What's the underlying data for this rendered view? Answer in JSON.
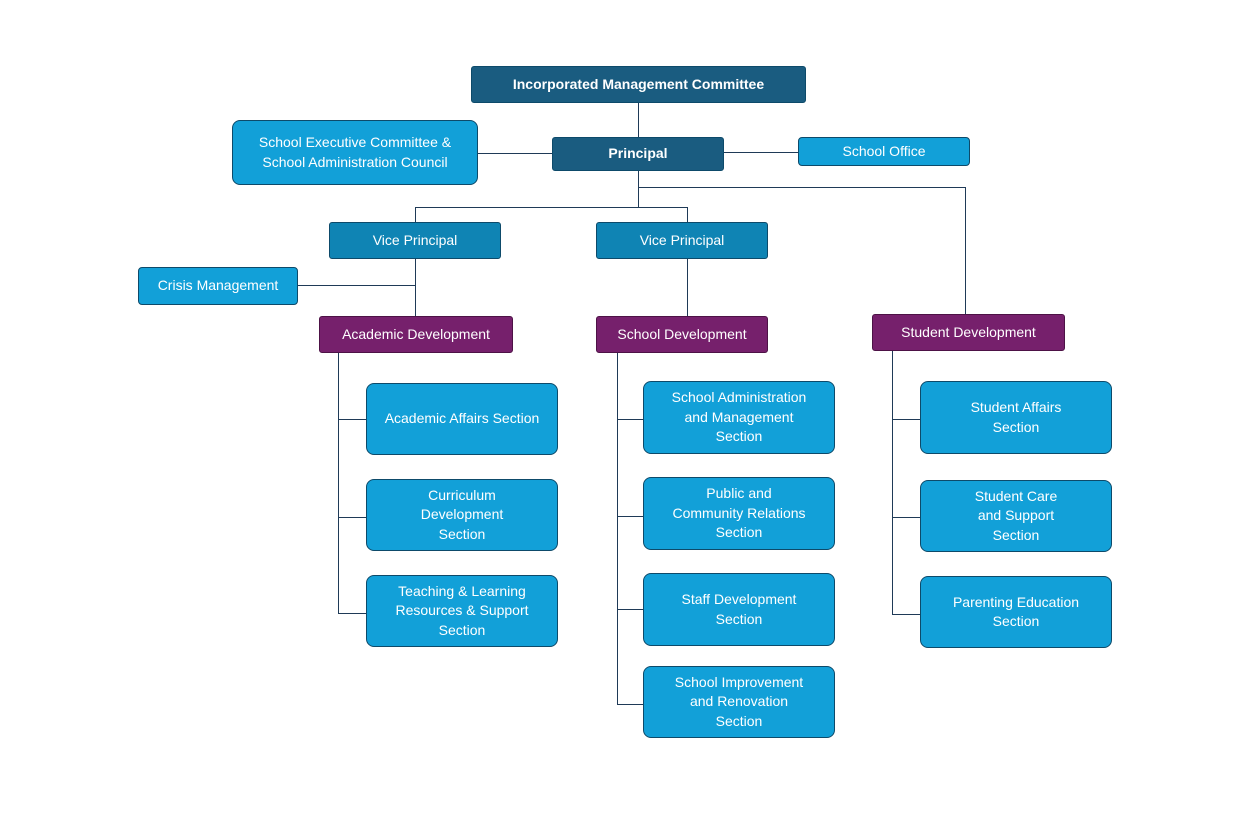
{
  "imc": "Incorporated Management Committee",
  "principal": "Principal",
  "exec_committee": "School Executive Committee &\nSchool Administration Council",
  "school_office": "School Office",
  "vp_left": "Vice Principal",
  "vp_mid": "Vice Principal",
  "crisis": "Crisis Management",
  "academic_dev": "Academic Development",
  "school_dev": "School Development",
  "student_dev": "Student Development",
  "academic_sections": [
    "Academic Affairs Section",
    "Curriculum\nDevelopment\nSection",
    "Teaching & Learning\nResources & Support\nSection"
  ],
  "school_sections": [
    "School Administration\nand Management\nSection",
    "Public and\nCommunity Relations\nSection",
    "Staff Development\nSection",
    "School Improvement\nand Renovation\nSection"
  ],
  "student_sections": [
    "Student Affairs\nSection",
    "Student Care\nand Support\nSection",
    "Parenting Education\nSection"
  ],
  "colors": {
    "dark_blue": "#1a5c80",
    "mid_blue": "#0f84b4",
    "light_blue": "#12a0d8",
    "purple": "#76206c",
    "connector": "#1f3a57"
  }
}
